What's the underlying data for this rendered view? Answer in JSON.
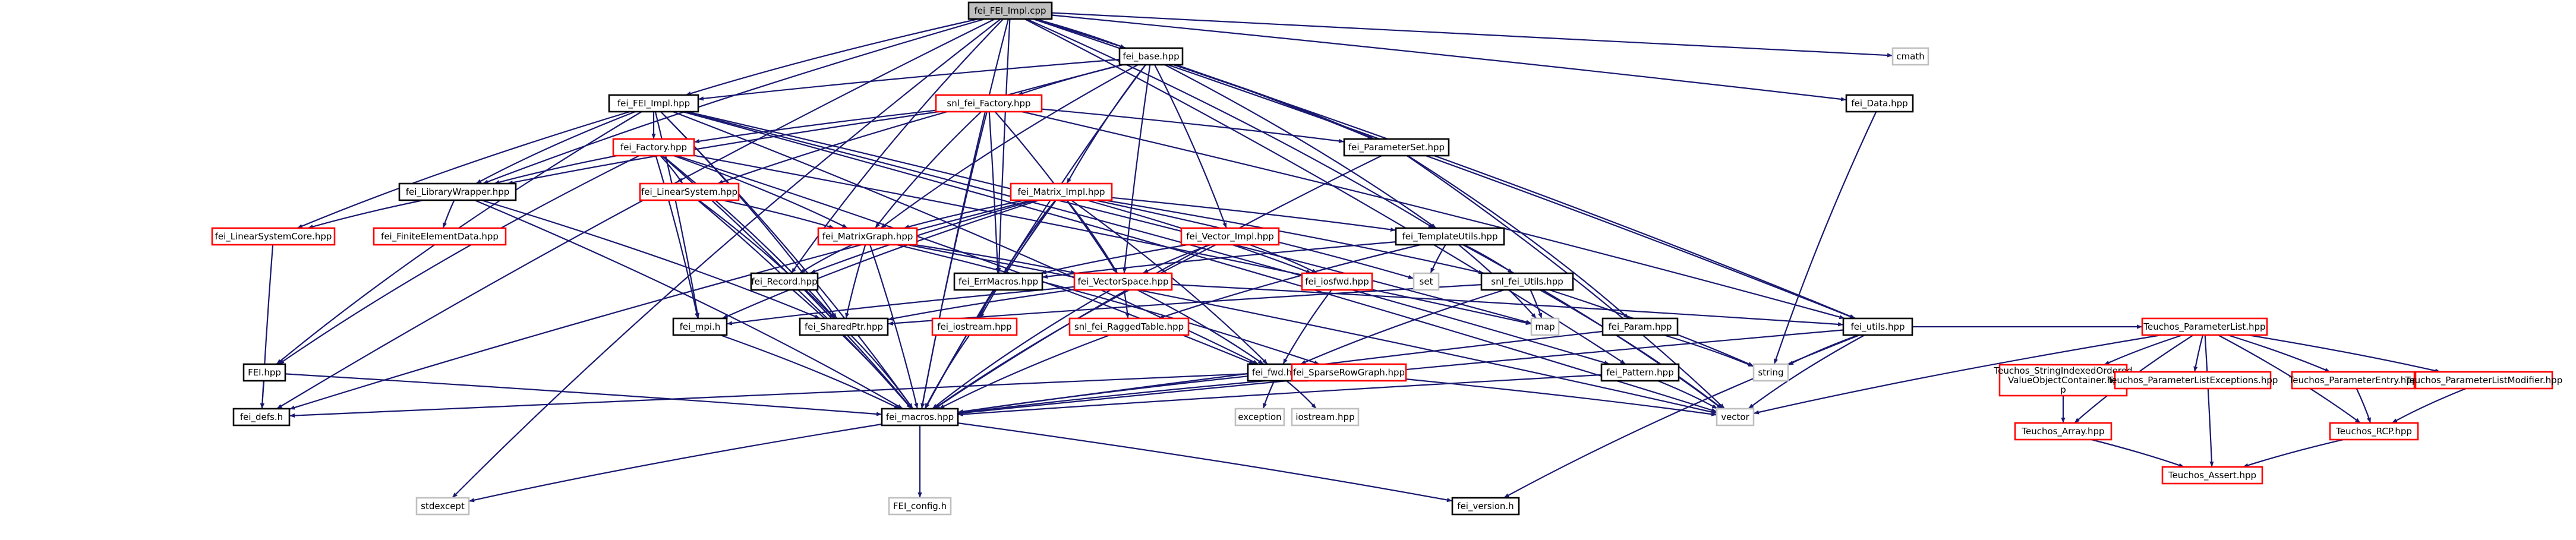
{
  "diagram": {
    "colors": {
      "edge": "#191970",
      "root_fill": "#bfbfbf",
      "root_border": "#000000",
      "local_border": "#000000",
      "external_border": "#ff0000",
      "system_border": "#bfbfbf"
    },
    "nodes": [
      {
        "id": "fei_fei_impl_cpp",
        "label": "fei_FEI_Impl.cpp",
        "kind": "root"
      },
      {
        "id": "fei_base_hpp",
        "label": "fei_base.hpp",
        "kind": "local"
      },
      {
        "id": "cmath",
        "label": "cmath",
        "kind": "system"
      },
      {
        "id": "fei_data_hpp",
        "label": "fei_Data.hpp",
        "kind": "local"
      },
      {
        "id": "fei_fei_impl_hpp",
        "label": "fei_FEI_Impl.hpp",
        "kind": "local"
      },
      {
        "id": "snl_fei_factory_hpp",
        "label": "snl_fei_Factory.hpp",
        "kind": "external"
      },
      {
        "id": "fei_parameterset_hpp",
        "label": "fei_ParameterSet.hpp",
        "kind": "local"
      },
      {
        "id": "fei_factory_hpp",
        "label": "fei_Factory.hpp",
        "kind": "external"
      },
      {
        "id": "fei_librarywrapper_hpp",
        "label": "fei_LibraryWrapper.hpp",
        "kind": "local"
      },
      {
        "id": "fei_linearsystem_hpp",
        "label": "fei_LinearSystem.hpp",
        "kind": "external"
      },
      {
        "id": "fei_matrix_impl_hpp",
        "label": "fei_Matrix_Impl.hpp",
        "kind": "external"
      },
      {
        "id": "fei_linearsystemcore_hpp",
        "label": "fei_LinearSystemCore.hpp",
        "kind": "external"
      },
      {
        "id": "fei_finiteelementdata_hpp",
        "label": "fei_FiniteElementData.hpp",
        "kind": "external"
      },
      {
        "id": "fei_matrixgraph_hpp",
        "label": "fei_MatrixGraph.hpp",
        "kind": "external"
      },
      {
        "id": "fei_vector_impl_hpp",
        "label": "fei_Vector_Impl.hpp",
        "kind": "external"
      },
      {
        "id": "fei_templateutils_hpp",
        "label": "fei_TemplateUtils.hpp",
        "kind": "local"
      },
      {
        "id": "fei_record_hpp",
        "label": "fei_Record.hpp",
        "kind": "local"
      },
      {
        "id": "fei_errmacros_hpp",
        "label": "fei_ErrMacros.hpp",
        "kind": "local"
      },
      {
        "id": "fei_vectorspace_hpp",
        "label": "fei_VectorSpace.hpp",
        "kind": "external"
      },
      {
        "id": "fei_iosfwd_hpp",
        "label": "fei_iosfwd.hpp",
        "kind": "external"
      },
      {
        "id": "set",
        "label": "set",
        "kind": "system"
      },
      {
        "id": "snl_fei_utils_hpp",
        "label": "snl_fei_Utils.hpp",
        "kind": "local"
      },
      {
        "id": "fei_param_hpp",
        "label": "fei_Param.hpp",
        "kind": "local"
      },
      {
        "id": "fei_utils_hpp",
        "label": "fei_utils.hpp",
        "kind": "local"
      },
      {
        "id": "fei_hpp",
        "label": "FEI.hpp",
        "kind": "local"
      },
      {
        "id": "fei_mpi_h",
        "label": "fei_mpi.h",
        "kind": "local"
      },
      {
        "id": "fei_sharedptr_hpp",
        "label": "fei_SharedPtr.hpp",
        "kind": "local"
      },
      {
        "id": "fei_iostream_hpp",
        "label": "fei_iostream.hpp",
        "kind": "external"
      },
      {
        "id": "snl_fei_raggedtable_hpp",
        "label": "snl_fei_RaggedTable.hpp",
        "kind": "external"
      },
      {
        "id": "map",
        "label": "map",
        "kind": "system"
      },
      {
        "id": "fei_pattern_hpp",
        "label": "fei_Pattern.hpp",
        "kind": "local"
      },
      {
        "id": "string",
        "label": "string",
        "kind": "system"
      },
      {
        "id": "teuchos_parameterlist_hpp",
        "label": "Teuchos_ParameterList.hpp",
        "kind": "external"
      },
      {
        "id": "fei_fwd_hpp",
        "label": "fei_fwd.hpp",
        "kind": "local"
      },
      {
        "id": "fei_sparserowgraph_hpp",
        "label": "fei_SparseRowGraph.hpp",
        "kind": "external"
      },
      {
        "id": "fei_defs_h",
        "label": "fei_defs.h",
        "kind": "local"
      },
      {
        "id": "fei_macros_hpp",
        "label": "fei_macros.hpp",
        "kind": "local"
      },
      {
        "id": "exception",
        "label": "exception",
        "kind": "system"
      },
      {
        "id": "iostream_hpp",
        "label": "iostream.hpp",
        "kind": "system"
      },
      {
        "id": "vector",
        "label": "vector",
        "kind": "system"
      },
      {
        "id": "teuchos_strindexed_hpp",
        "label": "Teuchos_StringIndexedOrderedValueObjectContainer.hpp",
        "kind": "external"
      },
      {
        "id": "teuchos_parameterlistexceptions_hpp",
        "label": "Teuchos_ParameterListExceptions.hpp",
        "kind": "external"
      },
      {
        "id": "teuchos_parameterentry_hpp",
        "label": "Teuchos_ParameterEntry.hpp",
        "kind": "external"
      },
      {
        "id": "teuchos_parameterlistmodifier_hpp",
        "label": "Teuchos_ParameterListModifier.hpp",
        "kind": "external"
      },
      {
        "id": "stdexcept",
        "label": "stdexcept",
        "kind": "system"
      },
      {
        "id": "fei_config_h",
        "label": "FEI_config.h",
        "kind": "system"
      },
      {
        "id": "fei_version_h",
        "label": "fei_version.h",
        "kind": "local"
      },
      {
        "id": "teuchos_array_hpp",
        "label": "Teuchos_Array.hpp",
        "kind": "external"
      },
      {
        "id": "teuchos_rcp_hpp",
        "label": "Teuchos_RCP.hpp",
        "kind": "external"
      },
      {
        "id": "teuchos_assert_hpp",
        "label": "Teuchos_Assert.hpp",
        "kind": "external"
      }
    ],
    "edges": [
      [
        "fei_fei_impl_cpp",
        "fei_base_hpp"
      ],
      [
        "fei_fei_impl_cpp",
        "cmath"
      ],
      [
        "fei_fei_impl_cpp",
        "fei_data_hpp"
      ],
      [
        "fei_fei_impl_cpp",
        "fei_fei_impl_hpp"
      ],
      [
        "fei_fei_impl_cpp",
        "fei_parameterset_hpp"
      ],
      [
        "fei_fei_impl_cpp",
        "fei_librarywrapper_hpp"
      ],
      [
        "fei_fei_impl_cpp",
        "fei_templateutils_hpp"
      ],
      [
        "fei_fei_impl_cpp",
        "fei_record_hpp"
      ],
      [
        "fei_fei_impl_cpp",
        "fei_errmacros_hpp"
      ],
      [
        "fei_fei_impl_cpp",
        "fei_pattern_hpp"
      ],
      [
        "fei_fei_impl_cpp",
        "fei_utils_hpp"
      ],
      [
        "fei_fei_impl_cpp",
        "fei_defs_h"
      ],
      [
        "fei_fei_impl_cpp",
        "fei_macros_hpp"
      ],
      [
        "fei_fei_impl_cpp",
        "stdexcept"
      ],
      [
        "fei_base_hpp",
        "fei_fei_impl_hpp"
      ],
      [
        "fei_base_hpp",
        "snl_fei_factory_hpp"
      ],
      [
        "fei_base_hpp",
        "fei_parameterset_hpp"
      ],
      [
        "fei_base_hpp",
        "fei_matrix_impl_hpp"
      ],
      [
        "fei_base_hpp",
        "fei_vector_impl_hpp"
      ],
      [
        "fei_base_hpp",
        "fei_linearsystem_hpp"
      ],
      [
        "fei_base_hpp",
        "fei_matrixgraph_hpp"
      ],
      [
        "fei_base_hpp",
        "fei_vectorspace_hpp"
      ],
      [
        "fei_base_hpp",
        "fei_utils_hpp"
      ],
      [
        "fei_base_hpp",
        "fei_macros_hpp"
      ],
      [
        "fei_base_hpp",
        "fei_templateutils_hpp"
      ],
      [
        "fei_fei_impl_hpp",
        "fei_factory_hpp"
      ],
      [
        "fei_fei_impl_hpp",
        "fei_librarywrapper_hpp"
      ],
      [
        "fei_fei_impl_hpp",
        "fei_linearsystemcore_hpp"
      ],
      [
        "fei_fei_impl_hpp",
        "fei_hpp"
      ],
      [
        "fei_fei_impl_hpp",
        "fei_mpi_h"
      ],
      [
        "fei_fei_impl_hpp",
        "fei_sharedptr_hpp"
      ],
      [
        "fei_fei_impl_hpp",
        "fei_macros_hpp"
      ],
      [
        "fei_fei_impl_hpp",
        "fei_fwd_hpp"
      ],
      [
        "fei_fei_impl_hpp",
        "map"
      ],
      [
        "fei_fei_impl_hpp",
        "vector"
      ],
      [
        "fei_fei_impl_hpp",
        "fei_pattern_hpp"
      ],
      [
        "snl_fei_factory_hpp",
        "fei_factory_hpp"
      ],
      [
        "snl_fei_factory_hpp",
        "fei_parameterset_hpp"
      ],
      [
        "snl_fei_factory_hpp",
        "fei_librarywrapper_hpp"
      ],
      [
        "snl_fei_factory_hpp",
        "fei_vectorspace_hpp"
      ],
      [
        "snl_fei_factory_hpp",
        "fei_errmacros_hpp"
      ],
      [
        "snl_fei_factory_hpp",
        "fei_utils_hpp"
      ],
      [
        "snl_fei_factory_hpp",
        "fei_macros_hpp"
      ],
      [
        "snl_fei_factory_hpp",
        "fei_matrixgraph_hpp"
      ],
      [
        "fei_parameterset_hpp",
        "fei_param_hpp"
      ],
      [
        "fei_parameterset_hpp",
        "fei_macros_hpp"
      ],
      [
        "fei_parameterset_hpp",
        "vector"
      ],
      [
        "fei_factory_hpp",
        "fei_librarywrapper_hpp"
      ],
      [
        "fei_factory_hpp",
        "fei_linearsystem_hpp"
      ],
      [
        "fei_factory_hpp",
        "fei_matrixgraph_hpp"
      ],
      [
        "fei_factory_hpp",
        "fei_hpp"
      ],
      [
        "fei_factory_hpp",
        "fei_mpi_h"
      ],
      [
        "fei_factory_hpp",
        "fei_macros_hpp"
      ],
      [
        "fei_factory_hpp",
        "fei_fwd_hpp"
      ],
      [
        "fei_factory_hpp",
        "fei_sharedptr_hpp"
      ],
      [
        "fei_factory_hpp",
        "map"
      ],
      [
        "fei_librarywrapper_hpp",
        "fei_linearsystemcore_hpp"
      ],
      [
        "fei_librarywrapper_hpp",
        "fei_finiteelementdata_hpp"
      ],
      [
        "fei_librarywrapper_hpp",
        "fei_sharedptr_hpp"
      ],
      [
        "fei_librarywrapper_hpp",
        "fei_macros_hpp"
      ],
      [
        "fei_linearsystem_hpp",
        "fei_matrixgraph_hpp"
      ],
      [
        "fei_linearsystem_hpp",
        "fei_macros_hpp"
      ],
      [
        "fei_linearsystem_hpp",
        "fei_sharedptr_hpp"
      ],
      [
        "fei_linearsystemcore_hpp",
        "fei_defs_h"
      ],
      [
        "fei_matrix_impl_hpp",
        "fei_matrixgraph_hpp"
      ],
      [
        "fei_matrix_impl_hpp",
        "fei_templateutils_hpp"
      ],
      [
        "fei_matrix_impl_hpp",
        "fei_record_hpp"
      ],
      [
        "fei_matrix_impl_hpp",
        "fei_errmacros_hpp"
      ],
      [
        "fei_matrix_impl_hpp",
        "fei_vectorspace_hpp"
      ],
      [
        "fei_matrix_impl_hpp",
        "snl_fei_utils_hpp"
      ],
      [
        "fei_matrix_impl_hpp",
        "fei_iosfwd_hpp"
      ],
      [
        "fei_matrix_impl_hpp",
        "set"
      ],
      [
        "fei_matrix_impl_hpp",
        "fei_mpi_h"
      ],
      [
        "fei_matrix_impl_hpp",
        "fei_iostream_hpp"
      ],
      [
        "fei_matrix_impl_hpp",
        "fei_fwd_hpp"
      ],
      [
        "fei_matrix_impl_hpp",
        "fei_macros_hpp"
      ],
      [
        "fei_matrix_impl_hpp",
        "fei_defs_h"
      ],
      [
        "fei_matrixgraph_hpp",
        "fei_record_hpp"
      ],
      [
        "fei_matrixgraph_hpp",
        "fei_vectorspace_hpp"
      ],
      [
        "fei_matrixgraph_hpp",
        "fei_sparserowgraph_hpp"
      ],
      [
        "fei_matrixgraph_hpp",
        "fei_sharedptr_hpp"
      ],
      [
        "fei_matrixgraph_hpp",
        "fei_macros_hpp"
      ],
      [
        "fei_matrixgraph_hpp",
        "vector"
      ],
      [
        "fei_vector_impl_hpp",
        "fei_vectorspace_hpp"
      ],
      [
        "fei_vector_impl_hpp",
        "fei_errmacros_hpp"
      ],
      [
        "fei_vector_impl_hpp",
        "fei_iosfwd_hpp"
      ],
      [
        "fei_vector_impl_hpp",
        "fei_macros_hpp"
      ],
      [
        "fei_templateutils_hpp",
        "fei_errmacros_hpp"
      ],
      [
        "fei_templateutils_hpp",
        "snl_fei_utils_hpp"
      ],
      [
        "fei_templateutils_hpp",
        "set"
      ],
      [
        "fei_templateutils_hpp",
        "map"
      ],
      [
        "fei_templateutils_hpp",
        "vector"
      ],
      [
        "fei_templateutils_hpp",
        "snl_fei_raggedtable_hpp"
      ],
      [
        "fei_record_hpp",
        "fei_macros_hpp"
      ],
      [
        "fei_errmacros_hpp",
        "fei_iostream_hpp"
      ],
      [
        "fei_vectorspace_hpp",
        "fei_fwd_hpp"
      ],
      [
        "fei_vectorspace_hpp",
        "fei_sharedptr_hpp"
      ],
      [
        "fei_vectorspace_hpp",
        "snl_fei_raggedtable_hpp"
      ],
      [
        "fei_vectorspace_hpp",
        "fei_macros_hpp"
      ],
      [
        "fei_vectorspace_hpp",
        "fei_mpi_h"
      ],
      [
        "fei_vectorspace_hpp",
        "fei_utils_hpp"
      ],
      [
        "fei_iosfwd_hpp",
        "fei_fwd_hpp"
      ],
      [
        "snl_fei_utils_hpp",
        "fei_sharedptr_hpp"
      ],
      [
        "snl_fei_utils_hpp",
        "fei_fwd_hpp"
      ],
      [
        "snl_fei_utils_hpp",
        "map"
      ],
      [
        "snl_fei_utils_hpp",
        "vector"
      ],
      [
        "snl_fei_utils_hpp",
        "string"
      ],
      [
        "fei_param_hpp",
        "fei_macros_hpp"
      ],
      [
        "fei_param_hpp",
        "string"
      ],
      [
        "fei_utils_hpp",
        "teuchos_parameterlist_hpp"
      ],
      [
        "fei_utils_hpp",
        "string"
      ],
      [
        "fei_utils_hpp",
        "vector"
      ],
      [
        "fei_utils_hpp",
        "fei_version_h"
      ],
      [
        "fei_utils_hpp",
        "fei_macros_hpp"
      ],
      [
        "fei_data_hpp",
        "string"
      ],
      [
        "fei_hpp",
        "fei_defs_h"
      ],
      [
        "fei_hpp",
        "fei_macros_hpp"
      ],
      [
        "fei_mpi_h",
        "fei_macros_hpp"
      ],
      [
        "fei_sharedptr_hpp",
        "fei_macros_hpp"
      ],
      [
        "fei_iostream_hpp",
        "fei_macros_hpp"
      ],
      [
        "snl_fei_raggedtable_hpp",
        "fei_macros_hpp"
      ],
      [
        "fei_pattern_hpp",
        "fei_macros_hpp"
      ],
      [
        "fei_pattern_hpp",
        "vector"
      ],
      [
        "fei_fwd_hpp",
        "fei_macros_hpp"
      ],
      [
        "fei_fwd_hpp",
        "exception"
      ],
      [
        "fei_fwd_hpp",
        "iostream_hpp"
      ],
      [
        "fei_fwd_hpp",
        "fei_defs_h"
      ],
      [
        "fei_sparserowgraph_hpp",
        "fei_macros_hpp"
      ],
      [
        "fei_sparserowgraph_hpp",
        "vector"
      ],
      [
        "fei_macros_hpp",
        "fei_config_h"
      ],
      [
        "fei_macros_hpp",
        "fei_version_h"
      ],
      [
        "fei_macros_hpp",
        "stdexcept"
      ],
      [
        "teuchos_parameterlist_hpp",
        "teuchos_strindexed_hpp"
      ],
      [
        "teuchos_parameterlist_hpp",
        "teuchos_parameterlistexceptions_hpp"
      ],
      [
        "teuchos_parameterlist_hpp",
        "teuchos_parameterentry_hpp"
      ],
      [
        "teuchos_parameterlist_hpp",
        "teuchos_parameterlistmodifier_hpp"
      ],
      [
        "teuchos_parameterlist_hpp",
        "teuchos_array_hpp"
      ],
      [
        "teuchos_parameterlist_hpp",
        "teuchos_rcp_hpp"
      ],
      [
        "teuchos_parameterlist_hpp",
        "teuchos_assert_hpp"
      ],
      [
        "teuchos_parameterlist_hpp",
        "vector"
      ],
      [
        "teuchos_strindexed_hpp",
        "teuchos_array_hpp"
      ],
      [
        "teuchos_parameterentry_hpp",
        "teuchos_rcp_hpp"
      ],
      [
        "teuchos_parameterlistmodifier_hpp",
        "teuchos_rcp_hpp"
      ],
      [
        "teuchos_array_hpp",
        "teuchos_assert_hpp"
      ],
      [
        "teuchos_rcp_hpp",
        "teuchos_assert_hpp"
      ]
    ]
  }
}
